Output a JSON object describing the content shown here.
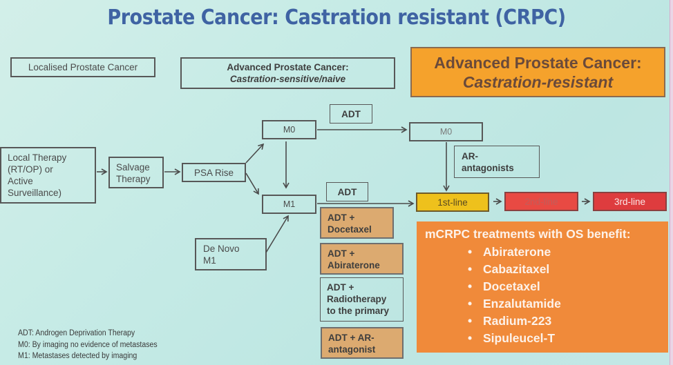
{
  "title": "Prostate Cancer: Castration resistant (CRPC)",
  "stages": {
    "localised": "Localised Prostate Cancer",
    "advanced_sensitive": {
      "line1": "Advanced Prostate Cancer:",
      "line2": "Castration-sensitive/naive"
    },
    "advanced_resistant": {
      "line1": "Advanced Prostate Cancer:",
      "line2": "Castration-resistant"
    }
  },
  "flow": {
    "local_therapy": [
      "Local Therapy",
      "(RT/OP) or",
      "Active",
      "Surveillance)"
    ],
    "salvage_therapy": [
      "Salvage",
      "Therapy"
    ],
    "psa_rise": "PSA Rise",
    "m0_sensitive": "M0",
    "m1_sensitive": "M1",
    "de_novo_m1": [
      "De Novo",
      "M1"
    ],
    "adt_top": "ADT",
    "adt_bottom": "ADT",
    "m0_resistant": "M0",
    "ar_antagonists": [
      "AR-",
      "antagonists"
    ],
    "lines": [
      {
        "label": "1st-line",
        "color": "#eec11c"
      },
      {
        "label": "2nd-line",
        "color": "#e84a43"
      },
      {
        "label": "3rd-line",
        "color": "#de3c3e"
      }
    ]
  },
  "m1_treatments": [
    {
      "lines": [
        "ADT +",
        "Docetaxel"
      ],
      "highlighted": true
    },
    {
      "lines": [
        "ADT +",
        "Abiraterone"
      ],
      "highlighted": true
    },
    {
      "lines": [
        "ADT +",
        "Radiotherapy",
        "to the primary"
      ],
      "highlighted": false
    },
    {
      "lines": [
        "ADT + AR-",
        "antagonist"
      ],
      "highlighted": true
    }
  ],
  "mcrpc": {
    "header": "mCRPC treatments with OS benefit:",
    "bullet": "•",
    "items": [
      "Abiraterone",
      "Cabazitaxel",
      "Docetaxel",
      "Enzalutamide",
      "Radium-223",
      "Sipuleucel-T"
    ]
  },
  "legend": [
    "ADT: Androgen Deprivation Therapy",
    "M0: By imaging no evidence of metastases",
    "M1: Metastases detected by imaging"
  ],
  "colors": {
    "title": "#3f63a3",
    "resistant_header": "#f5a22c",
    "treatment_tan": "#dcaa70",
    "mcrpc_panel": "#f08a3a"
  }
}
